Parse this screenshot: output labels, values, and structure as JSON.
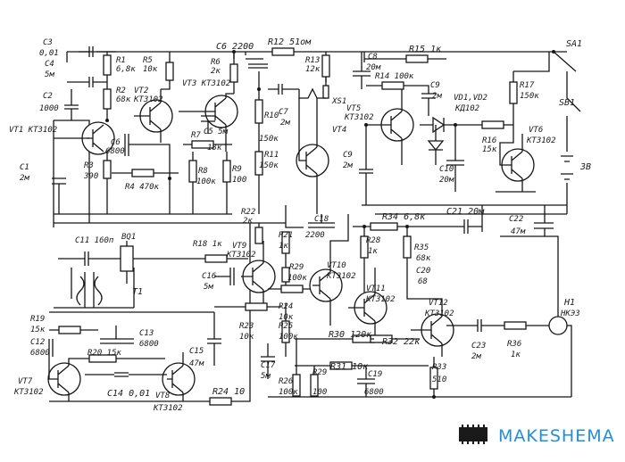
{
  "brand": {
    "name": "MAKESHEMA",
    "accent": "#1f8fd8"
  },
  "labels": {
    "C3": "C3",
    "C3v": "0,01",
    "C4": "C4",
    "C4v": "5м",
    "C2": "C2",
    "C2v": "1000",
    "VT1": "VT1 КТ3102",
    "C1": "C1",
    "C1v": "2м",
    "R1": "R1",
    "R1v": "6,8к",
    "R2": "R2",
    "R2v": "68к",
    "R3": "R3",
    "R3v": "390",
    "C6a": "C6",
    "C6av": "6800",
    "R4": "R4 470к",
    "R5": "R5",
    "R5v": "10к",
    "VT2": "VT2",
    "VT2v": "КТ3102",
    "C6": "C6 2200",
    "R6": "R6",
    "R6v": "2к",
    "VT3": "VT3 КТ3102",
    "C5": "C5 5м",
    "R7": "R7",
    "R7v": "18к",
    "R8": "R8",
    "R8v": "100к",
    "R9": "R9",
    "R9v": "100",
    "R10": "R10",
    "R10v": "150к",
    "R11": "R11",
    "R11v": "150к",
    "C7": "C7",
    "C7v": "2м",
    "R12": "R12 51ом",
    "R13": "R13",
    "R13v": "12к",
    "XS1": "XS1",
    "VT4": "VT4",
    "C8": "C8",
    "C8v": "20м",
    "R15": "R15 1к",
    "SA1": "SA1",
    "R14": "R14 100к",
    "C9": "C9",
    "C9v": "2м",
    "VD": "VD1,VD2",
    "VDv": "КД102",
    "VT5": "VT5",
    "VT5v": "КТ3102",
    "R17": "R17",
    "R17v": "150к",
    "SB1": "SB1",
    "R16": "R16",
    "R16v": "15к",
    "VT6": "VT6",
    "VT6v": "КТ3102",
    "C9b": "C9",
    "C9bv": "2м",
    "C10": "C10",
    "C10v": "20м",
    "V3": "3В",
    "C11": "C11 160п",
    "BQ1": "BQ1",
    "T1": "T1",
    "R18": "R18 1к",
    "R22": "R22",
    "R22v": "2к",
    "VT9": "VT9",
    "VT9v": "КТ3102",
    "C16": "C16",
    "C16v": "5м",
    "R21": "R21",
    "R21v": "1к",
    "C18": "C18",
    "C18v": "2200",
    "R34": "R34 6,8к",
    "C21": "C21 20м",
    "C22": "C22",
    "C22v": "47м",
    "R28": "R28",
    "R28v": "1к",
    "R35": "R35",
    "R35v": "68к",
    "C20": "C20",
    "C20v": "68",
    "VT10": "VT10",
    "VT10v": "КТ3102",
    "VT11": "VT11",
    "VT11v": "КТ3102",
    "VT12": "VT12",
    "VT12v": "КТ3102",
    "HA1": "H1",
    "HA1v": "НКЭ3",
    "R19": "R19",
    "R19v": "15к",
    "C12": "C12",
    "C12v": "6800",
    "C13": "C13",
    "C13v": "6800",
    "R20": "R20 15к",
    "VT7": "VT7",
    "VT7v": "КТ3102",
    "C14": "C14 0,01",
    "VT8": "VT8",
    "VT8v": "КТ3102",
    "C15": "C15",
    "C15v": "47м",
    "R23": "R23",
    "R23v": "10к",
    "R24": "R24",
    "R24v": "10к",
    "R25": "R25",
    "R25v": "100к",
    "R29": "R29",
    "R29v": "100к",
    "C17": "C17",
    "C17v": "5м",
    "R26": "R26",
    "R26v": "100к",
    "R30": "R30 120к",
    "R31": "R31 10к",
    "R32": "R32 22к",
    "C23": "C23",
    "C23v": "2м",
    "R36": "R36",
    "R36v": "1к",
    "R29b": "R29",
    "R29bv": "100",
    "C19": "C19",
    "C19v": "6800",
    "R33": "R33",
    "R33v": "510",
    "R24b": "R24 10"
  }
}
